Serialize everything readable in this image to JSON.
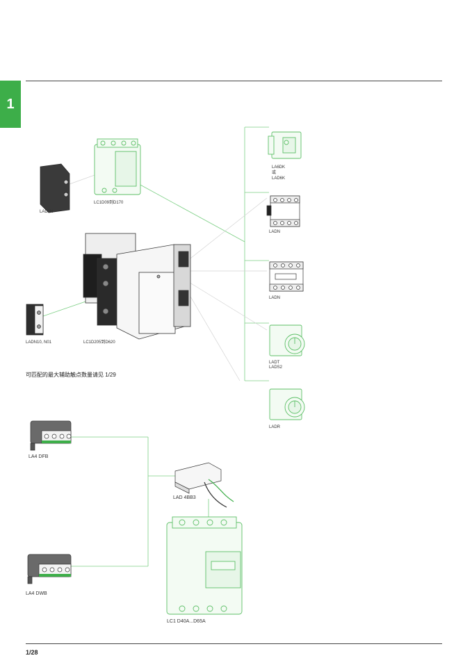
{
  "chapter": {
    "number": "1"
  },
  "page": {
    "number": "1/28"
  },
  "note": "可匹配的最大辅助触点数量请见 1/29",
  "labels": {
    "lad8n": "LAD8N",
    "lc1d09": "LC1D09到D170",
    "ladn10": "LADN10, N01",
    "lc1d205": "LC1D205到D620",
    "la6dk_1": "LA6DK",
    "la6dk_or": "或",
    "la6dk_2": "LAD6K",
    "ladn_a": "LADN",
    "ladn_b": "LADN",
    "ladt_1": "LADT",
    "ladt_2": "LADS2",
    "ladr": "LADR",
    "la4dfb": "LA4 DFB",
    "lad4bb3": "LAD 4BB3",
    "la4dwb": "LA4 DWB",
    "lc1d40a": "LC1 D40A...D65A"
  },
  "colors": {
    "accent": "#3dae49",
    "connector": "#7ccf84",
    "line_grey": "#cccccc"
  }
}
